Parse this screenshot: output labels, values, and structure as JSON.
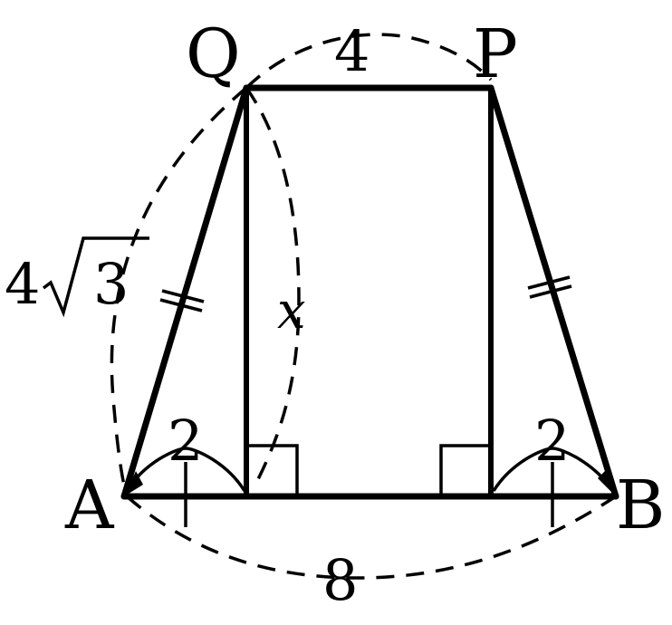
{
  "points": {
    "Q": "Q",
    "P": "P",
    "A": "A",
    "B": "B"
  },
  "labels": {
    "top_length": "4",
    "bottom_length": "8",
    "side_coef": "4",
    "side_radicand": "3",
    "height_var": "x",
    "left_segment": "2",
    "right_segment": "2"
  }
}
